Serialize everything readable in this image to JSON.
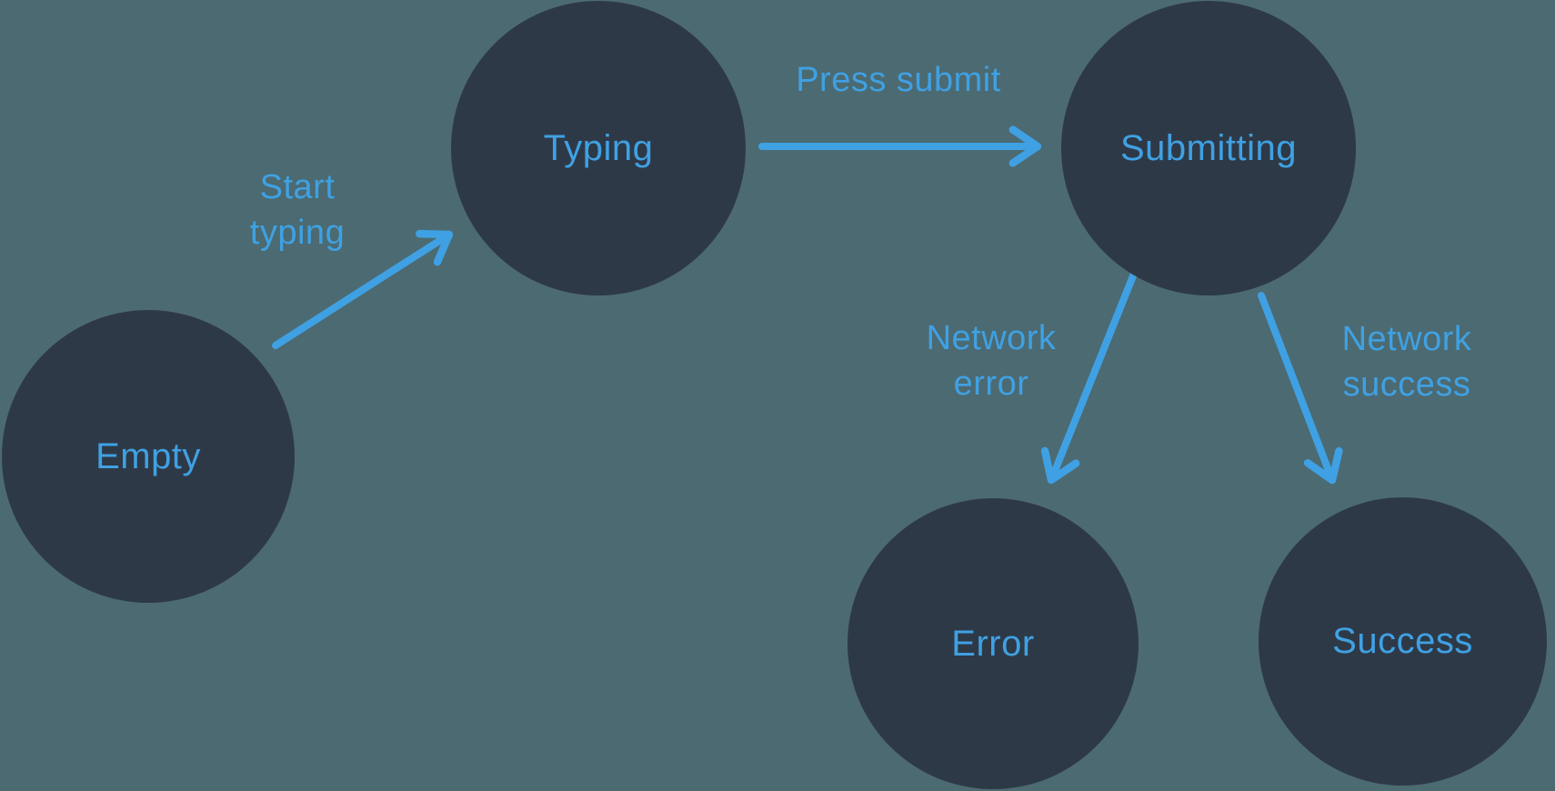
{
  "diagram": {
    "kind": "state-machine",
    "colors": {
      "background": "#4C6A72",
      "state_fill": "#2E3947",
      "accent_blue": "#3FA1E3"
    },
    "states": [
      {
        "id": "empty",
        "label": "Empty"
      },
      {
        "id": "typing",
        "label": "Typing"
      },
      {
        "id": "submitting",
        "label": "Submitting"
      },
      {
        "id": "error",
        "label": "Error"
      },
      {
        "id": "success",
        "label": "Success"
      }
    ],
    "transitions": [
      {
        "id": "start-typing",
        "from": "empty",
        "to": "typing",
        "label": "Start typing",
        "line1": "Start",
        "line2": "typing"
      },
      {
        "id": "press-submit",
        "from": "typing",
        "to": "submitting",
        "label": "Press submit",
        "line1": "Press submit"
      },
      {
        "id": "network-error",
        "from": "submitting",
        "to": "error",
        "label": "Network error",
        "line1": "Network",
        "line2": "error"
      },
      {
        "id": "network-success",
        "from": "submitting",
        "to": "success",
        "label": "Network success",
        "line1": "Network",
        "line2": "success"
      }
    ]
  }
}
